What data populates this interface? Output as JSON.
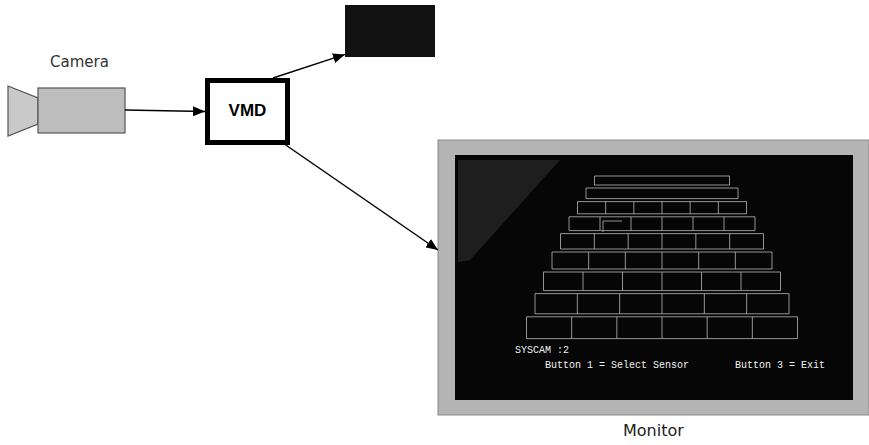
{
  "diagram": {
    "nodes": [
      {
        "text": [
          "Camera"
        ]
      },
      {
        "text": [
          "VMD"
        ]
      },
      {
        "text": []
      },
      {
        "text": [
          "SYSCAM :2",
          "Button 1 = Select Sensor",
          "Button 3 = Exit",
          "Monitor"
        ]
      }
    ],
    "edges": [
      {
        "from": 0,
        "to": 1,
        "arrow": "to"
      },
      {
        "from": 1,
        "to": 2,
        "arrow": "to"
      },
      {
        "from": 1,
        "to": 3,
        "arrow": "to"
      }
    ]
  }
}
